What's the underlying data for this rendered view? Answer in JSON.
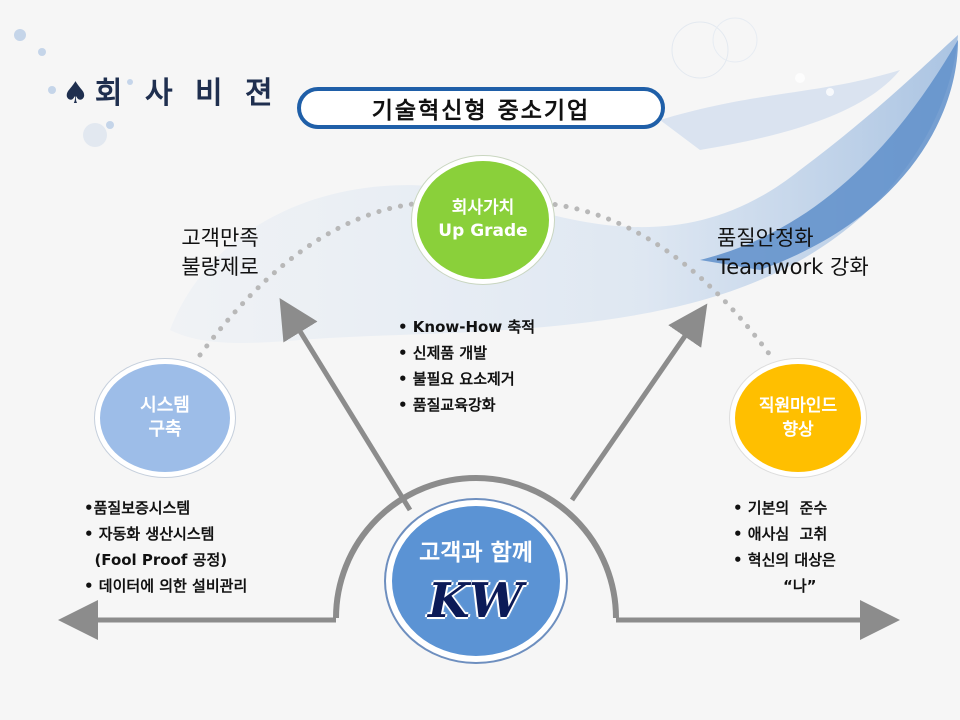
{
  "heading": {
    "icon": "spade-icon",
    "text": "회 사 비 젼"
  },
  "banner": {
    "text": "기술혁신형  중소기업"
  },
  "company_value": {
    "line1": "회사가치",
    "line2": "Up Grade"
  },
  "company_value_items": [
    "• Know-How 축적",
    "• 신제품 개발",
    "• 불필요 요소제거",
    "• 품질교육강화"
  ],
  "system": {
    "line1": "시스템",
    "line2": "구축"
  },
  "system_items": [
    "•품질보증시스템",
    "• 자동화 생산시스템",
    "  (Fool Proof 공정)",
    "• 데이터에 의한 설비관리"
  ],
  "mind": {
    "line1": "직원마인드",
    "line2": "향상"
  },
  "mind_items": [
    "• 기본의  준수",
    "• 애사심  고취",
    "• 혁신의 대상은",
    "“나”"
  ],
  "left_label": {
    "line1": "고객만족",
    "line2": "불량제로"
  },
  "right_label": {
    "line1": "품질안정화",
    "line2": "Teamwork 강화"
  },
  "center": {
    "line1": "고객과 함께",
    "logo": "KW"
  },
  "colors": {
    "navy": "#1f5fa8",
    "green": "#8ad03a",
    "lightblue": "#9dbde8",
    "gold": "#ffbf00",
    "center": "#5b93d4",
    "arrow": "#8c8c8c"
  }
}
